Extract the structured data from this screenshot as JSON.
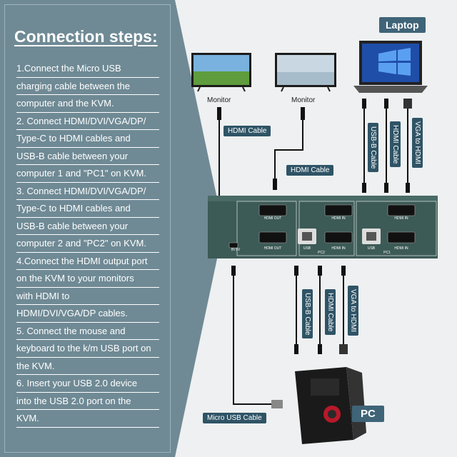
{
  "title": "Connection steps:",
  "steps": [
    "1.Connect the Micro USB",
    "charging cable between the",
    "computer and the KVM.",
    "2. Connect HDMI/DVI/VGA/DP/",
    "Type-C to HDMI cables and",
    "USB-B cable between your",
    "computer 1 and \"PC1\" on KVM.",
    "3. Connect HDMI/DVI/VGA/DP/",
    "Type-C to HDMI cables and",
    "USB-B cable between your",
    "computer 2 and \"PC2\" on KVM.",
    "4.Connect the HDMI output port",
    "on the KVM to your monitors",
    "with HDMI to",
    "HDMI/DVI/VGA/DP cables.",
    "5. Connect the mouse and",
    "keyboard to the k/m USB port on",
    "the KVM.",
    "6. Insert your USB 2.0 device",
    "into the USB 2.0 port on the",
    "KVM."
  ],
  "labels": {
    "laptop": "Laptop",
    "pc": "PC",
    "monitor1": "Monitor",
    "monitor2": "Monitor"
  },
  "cables": {
    "hdmi1": "HDMI Cable",
    "hdmi2": "HDMI Cable",
    "micro_usb": "Micro USB Cable",
    "laptop_usbb": "USB-B Cable",
    "laptop_hdmi": "HDMI Cable",
    "laptop_vga": "VGA to HDMI",
    "pc_usbb": "USB-B Cable",
    "pc_hdmi": "HDMI Cable",
    "pc_vga": "VGA to HDMI"
  },
  "ports": {
    "hdmi_out_1": "HDMI OUT",
    "hdmi_out_2": "HDMI OUT",
    "in5v": "IN 5V",
    "hdmi_in_pc2_top": "HDMI IN",
    "usb_pc2": "USB",
    "hdmi_in_pc2_bottom": "HDMI IN",
    "pc2": "PC2",
    "hdmi_in_pc1_top": "HDMI IN",
    "usb_pc1": "USB",
    "hdmi_in_pc1_bottom": "HDMI IN",
    "pc1": "PC1"
  },
  "colors": {
    "panel": "#6f8a95",
    "badge": "#3f6478",
    "kvm": "#3c5a56"
  }
}
